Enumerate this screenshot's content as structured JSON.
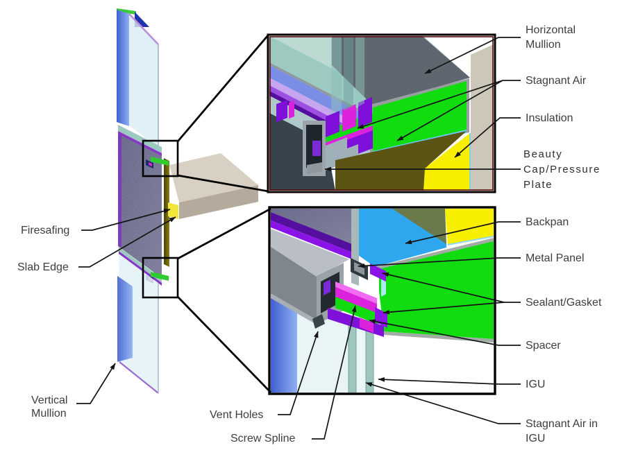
{
  "figure_title": "Curtain wall mullion detail diagram",
  "labels": {
    "horizontal_mullion": "Horizontal\nMullion",
    "stagnant_air": "Stagnant Air",
    "insulation": "Insulation",
    "beauty_cap": "Beauty\nCap/Pressure\nPlate",
    "backpan": "Backpan",
    "metal_panel": "Metal Panel",
    "sealant_gasket": "Sealant/Gasket",
    "spacer": "Spacer",
    "igu": "IGU",
    "stagnant_air_igu": "Stagnant Air in\nIGU",
    "firesafing": "Firesafing",
    "slab_edge": "Slab Edge",
    "vertical_mullion": "Vertical\nMullion",
    "vent_holes": "Vent Holes",
    "screw_spline": "Screw Spline"
  },
  "palette": {
    "green": "#10DC10",
    "yellow": "#F8EE00",
    "olive": "#5C5413",
    "olive_green": "#6A7A4A",
    "azure": "#2EA7EF",
    "magenta": "#DD22DD",
    "pink": "#F06CF0",
    "purple": "#7F10DA",
    "dark_purple": "#550F9E",
    "bright_purple": "#8A14E8",
    "periwinkle": "#7B8EE6",
    "lavender": "#C7A6EF",
    "seafoam": "#9CC9C0",
    "seafoam_light": "#BCD9D2",
    "teal_glass": "#9FC6BE",
    "slate_light": "#AFC9CB",
    "slate_dark": "#37444E",
    "gray_metal": "#7F868C",
    "gray_light": "#A8B0B5",
    "mullion_gray": "#5E6670",
    "granite": "#5F607E",
    "concrete": "#CDC7B9",
    "slab_top": "#D7D0C3",
    "slab_front": "#B5AA9C",
    "blue_mullion": "#5B82E8",
    "blue_pane": "#6F9BEF",
    "glass_pale": "#E9F4F6",
    "cyan_line": "#66CCF2",
    "line_black": "#141414",
    "box_border_red": "#5A1010"
  }
}
